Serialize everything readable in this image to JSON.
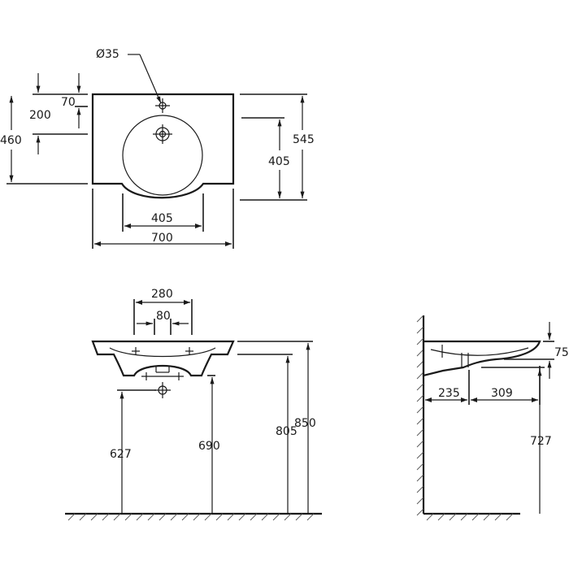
{
  "diagram": {
    "top_view": {
      "hole_diameter_label": "Ø35",
      "dim_70": "70",
      "dim_200": "200",
      "dim_460": "460",
      "dim_545": "545",
      "dim_405_right": "405",
      "dim_405_bowl": "405",
      "dim_700": "700"
    },
    "front_view": {
      "dim_280": "280",
      "dim_80": "80",
      "dim_627": "627",
      "dim_690": "690",
      "dim_805": "805",
      "dim_850": "850"
    },
    "side_view": {
      "dim_75": "75",
      "dim_235": "235",
      "dim_309": "309",
      "dim_727": "727"
    },
    "colors": {
      "line": "#1a1a1a",
      "background": "#ffffff"
    }
  }
}
